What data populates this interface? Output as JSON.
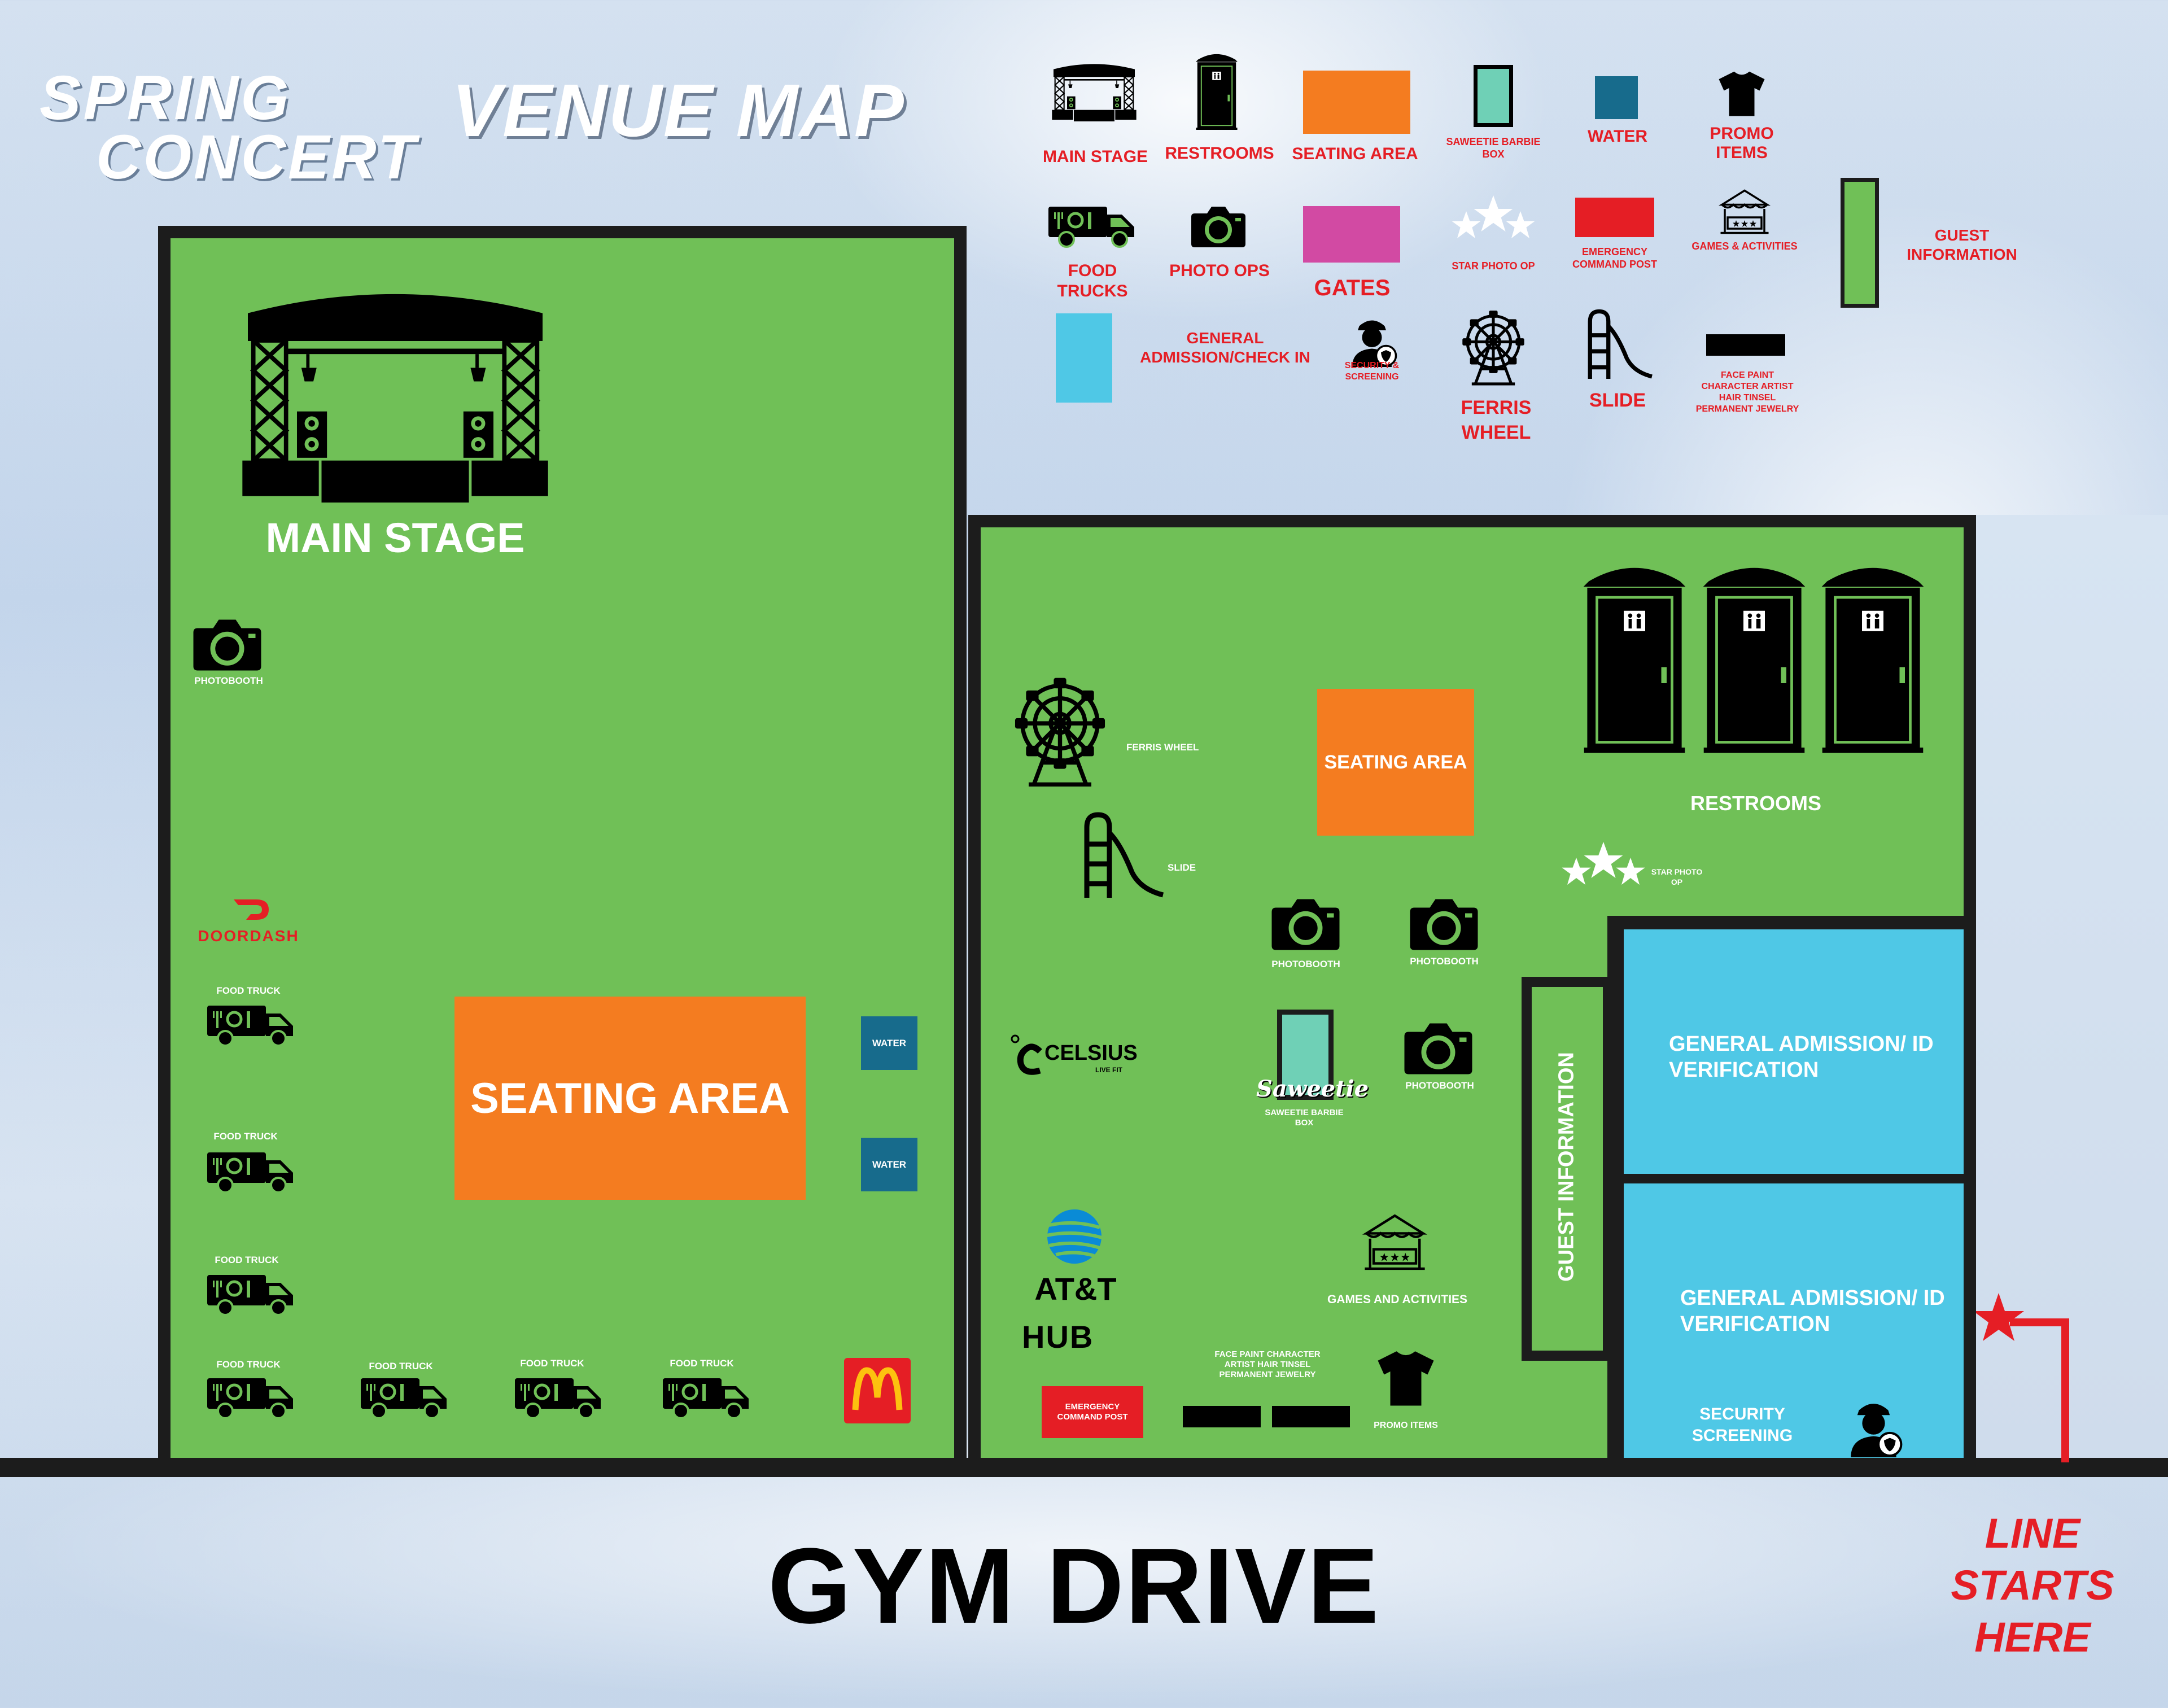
{
  "header": {
    "logo_line1": "SPRING",
    "logo_line2": "CONCERT",
    "title": "VENUE MAP"
  },
  "legend": {
    "main_stage": "MAIN STAGE",
    "restrooms": "RESTROOMS",
    "seating_area": "SEATING AREA",
    "saweetie_box": "SAWEETIE BARBIE BOX",
    "water": "WATER",
    "promo_items": "PROMO ITEMS",
    "food_trucks": "FOOD TRUCKS",
    "photo_ops": "PHOTO OPS",
    "gates": "GATES",
    "star_photo_op": "STAR PHOTO OP",
    "emergency_command_post": "EMERGENCY COMMAND POST",
    "games_activities": "GAMES & ACTIVITIES",
    "guest_information": "GUEST INFORMATION",
    "general_admission": "GENERAL ADMISSION/CHECK IN",
    "security_screening": "SECURITY & SCREENING",
    "ferris_wheel": "FERRIS WHEEL",
    "slide": "SLIDE",
    "face_paint": "FACE PAINT CHARACTER ARTIST HAIR TINSEL PERMANENT JEWELRY"
  },
  "left_area": {
    "main_stage": "MAIN STAGE",
    "photobooth": "PHOTOBOOTH",
    "doordash": "DOORDASH",
    "seating_area": "SEATING AREA",
    "water": "WATER",
    "food_truck": "FOOD TRUCK"
  },
  "right_area": {
    "ferris_wheel": "FERRIS WHEEL",
    "slide": "SLIDE",
    "seating_area": "SEATING AREA",
    "restrooms": "RESTROOMS",
    "star_photo_op": "STAR PHOTO OP",
    "photobooth": "PHOTOBOOTH",
    "celsius": "CELSIUS",
    "celsius_tag": "LIVE FIT",
    "saweetie_script": "Saweetie",
    "saweetie_box": "SAWEETIE BARBIE BOX",
    "att": "AT&T",
    "hub": "HUB",
    "games": "GAMES AND ACTIVITIES",
    "face_paint": "FACE PAINT CHARACTER ARTIST HAIR TINSEL PERMANENT JEWELRY",
    "emergency": "EMERGENCY COMMAND POST",
    "promo": "PROMO ITEMS",
    "guest_information": "GUEST INFORMATION",
    "general_admission": "GENERAL ADMISSION/ ID VERIFICATION",
    "security": "SECURITY SCREENING"
  },
  "street": "GYM DRIVE",
  "line_start": {
    "l1": "LINE",
    "l2": "STARTS",
    "l3": "HERE"
  },
  "colors": {
    "grass": "#70c057",
    "orange": "#f47c20",
    "blue": "#4fc8e6",
    "magenta": "#d24aa3",
    "red": "#e51e25",
    "water": "#176b8c",
    "mint": "#6fd0b6"
  }
}
